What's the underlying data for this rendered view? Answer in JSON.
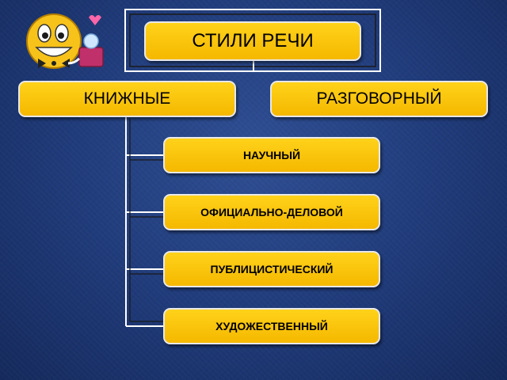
{
  "diagram": {
    "title": "СТИЛИ РЕЧИ",
    "categories": {
      "bookish": "КНИЖНЫЕ",
      "colloquial": "РАЗГОВОРНЫЙ"
    },
    "bookish_styles": [
      "НАУЧНЫЙ",
      "ОФИЦИАЛЬНО-ДЕЛОВОЙ",
      "ПУБЛИЦИСТИЧЕСКИЙ",
      "ХУДОЖЕСТВЕННЫЙ"
    ]
  },
  "colors": {
    "box_fill": "#ffd21a",
    "box_border": "#e8e8e8",
    "background": "#1f3a78",
    "connector": "#ffffff"
  },
  "icons": [
    "smiley-with-gift-icon"
  ]
}
